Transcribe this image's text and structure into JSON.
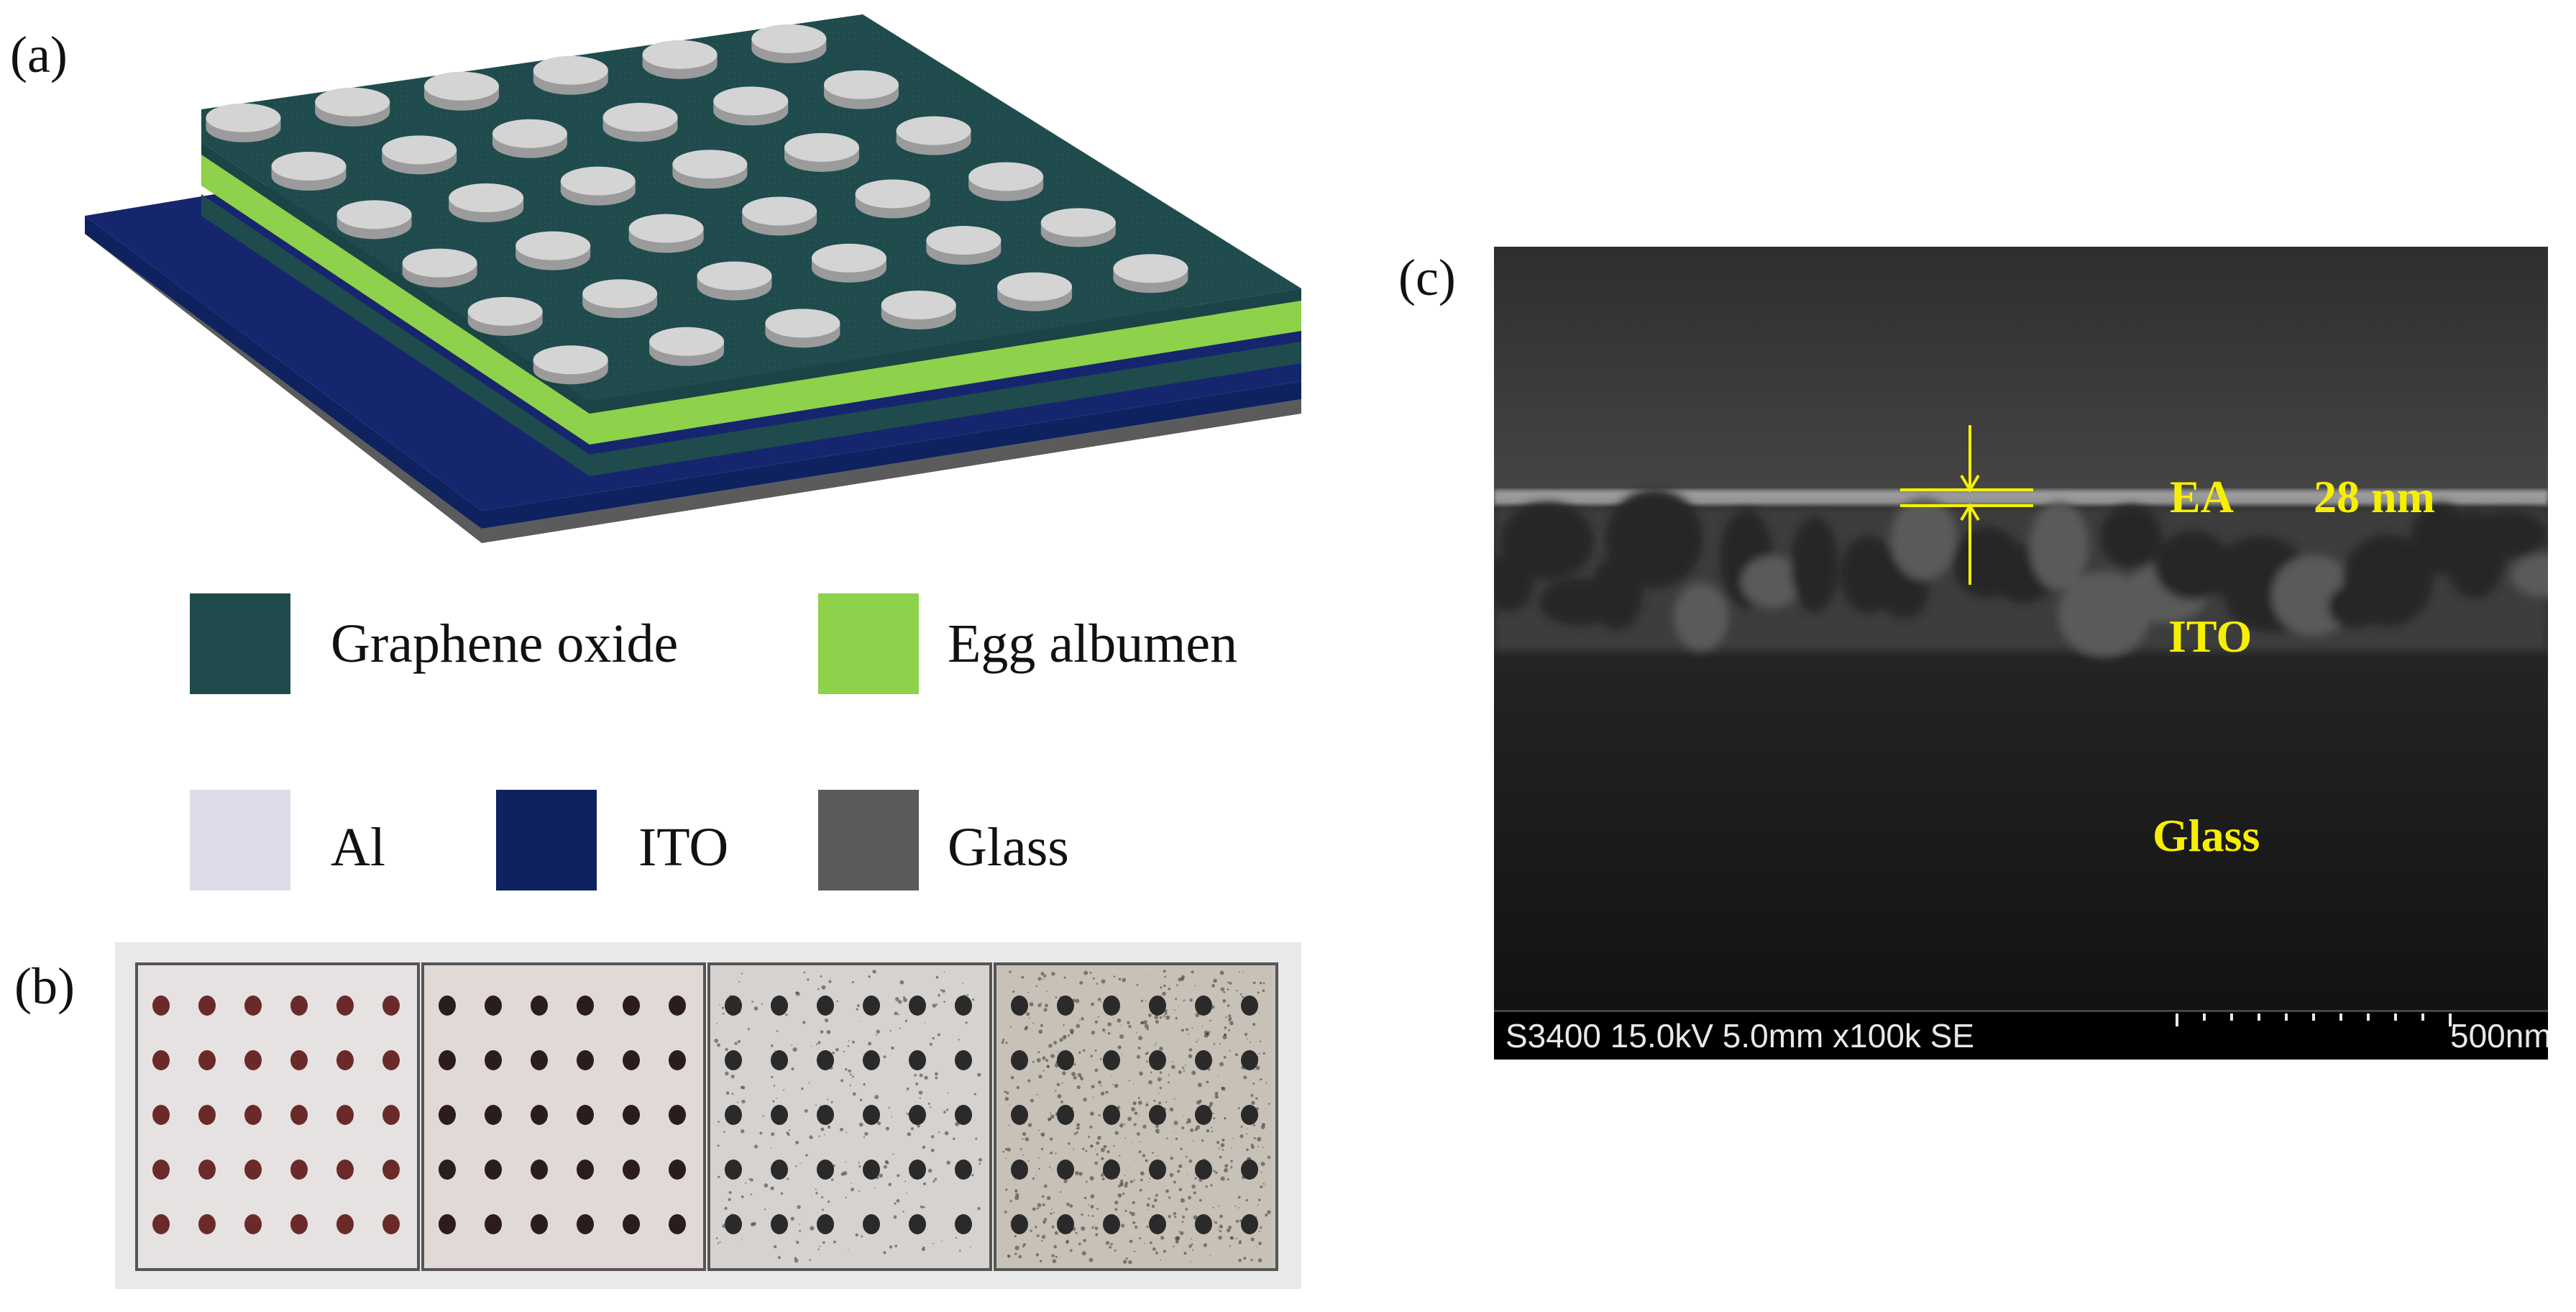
{
  "panel_labels": {
    "a": "(a)",
    "b": "(b)",
    "c": "(c)"
  },
  "legend": {
    "graphene_oxide": {
      "label": "Graphene oxide",
      "color": "#1f4b4d"
    },
    "egg_albumen": {
      "label": "Egg albumen",
      "color": "#8ed14a"
    },
    "al": {
      "label": "Al",
      "color": "#dcdde8"
    },
    "ito": {
      "label": "ITO",
      "color": "#0e2260"
    },
    "glass": {
      "label": "Glass",
      "color": "#5b5b5b"
    }
  },
  "device_grid": {
    "rows": 6,
    "cols": 6
  },
  "photo": {
    "samples": 4,
    "rows": 5,
    "cols": 6
  },
  "sem": {
    "layer_ea": "EA",
    "thickness": "28 nm",
    "layer_ito": "ITO",
    "layer_glass": "Glass",
    "info": "S3400 15.0kV 5.0mm x100k SE",
    "scale": "500nm",
    "annotation_color": "#f6f000"
  }
}
